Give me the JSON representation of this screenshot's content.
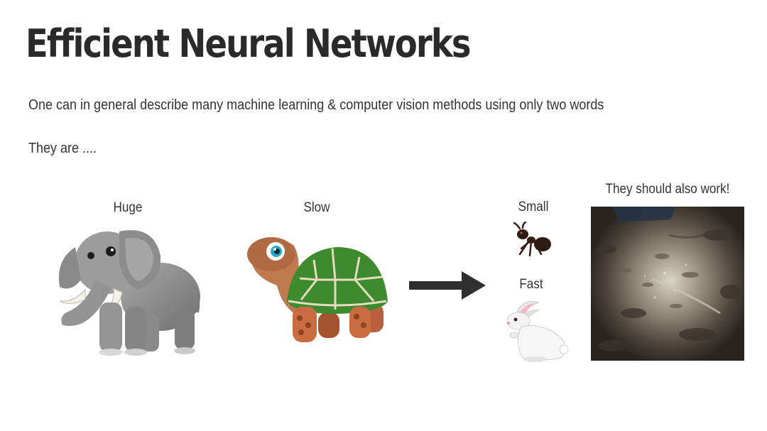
{
  "slide": {
    "title": "Efficient Neural Networks",
    "subtitle": "One can in general describe many machine learning & computer vision methods using only two words",
    "lead": "They are ....",
    "labels": {
      "huge": "Huge",
      "slow": "Slow",
      "small": "Small",
      "fast": "Fast",
      "work": "They should also work!"
    },
    "icons": {
      "huge": "elephant-icon",
      "slow": "turtle-icon",
      "arrow": "right-arrow-icon",
      "small": "ant-icon",
      "fast": "rabbit-icon",
      "work": "ground-photo"
    }
  }
}
